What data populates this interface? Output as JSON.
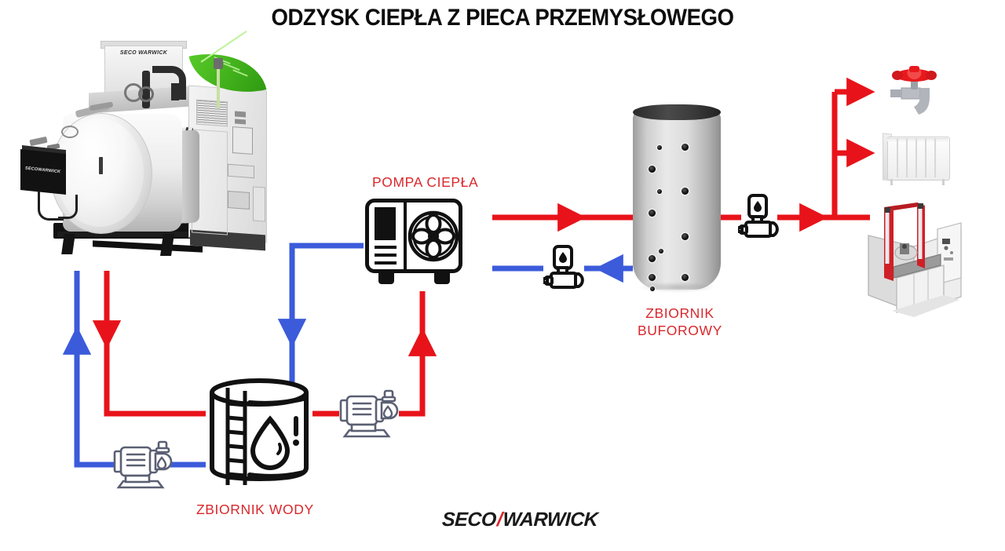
{
  "page": {
    "title": "ODZYSK CIEPŁA Z PIECA PRZEMYSŁOWEGO",
    "background": "#ffffff"
  },
  "colors": {
    "hot_line": "#e8131a",
    "cold_line": "#3b5bdb",
    "label_red": "#d8282c",
    "title_black": "#0d0d0d",
    "leaf_green": "#3fae1a"
  },
  "labels": {
    "heat_pump": "POMPA CIEPŁA",
    "buffer_tank_line1": "ZBIORNIK",
    "buffer_tank_line2": "BUFOROWY",
    "water_tank": "ZBIORNIK WODY"
  },
  "logo": {
    "left": "SECO",
    "separator": "/",
    "right": "WARWICK"
  },
  "equipment": [
    {
      "id": "furnace",
      "name": "vacuum-furnace",
      "brand": "SECO WARWICK",
      "panel_text": "SECOWARWICK"
    },
    {
      "id": "heat-pump",
      "name": "heat-pump-unit",
      "label": "POMPA CIEPŁA"
    },
    {
      "id": "water-tank",
      "name": "water-storage-tank",
      "label": "ZBIORNIK WODY"
    },
    {
      "id": "buffer-tank",
      "name": "buffer-tank",
      "label": "ZBIORNIK BUFOROWY"
    },
    {
      "id": "faucet",
      "name": "hot-water-tap",
      "label": ""
    },
    {
      "id": "radiator",
      "name": "radiator",
      "label": ""
    },
    {
      "id": "washer",
      "name": "industrial-washer",
      "label": ""
    }
  ],
  "pumps": [
    {
      "id": "pump-water-loop-cold",
      "style": "motor-pump",
      "line": "cold"
    },
    {
      "id": "pump-water-loop-hot",
      "style": "motor-pump",
      "line": "hot"
    },
    {
      "id": "pump-buffer-return",
      "style": "inline-pump",
      "line": "cold"
    },
    {
      "id": "pump-buffer-supply",
      "style": "inline-pump",
      "line": "hot"
    }
  ],
  "flows": [
    {
      "id": "furnace-to-watertank",
      "color": "hot",
      "from": "furnace",
      "to": "water-tank"
    },
    {
      "id": "watertank-to-furnace",
      "color": "cold",
      "from": "water-tank",
      "to": "furnace"
    },
    {
      "id": "watertank-to-heatpump",
      "color": "hot",
      "from": "water-tank",
      "to": "heat-pump"
    },
    {
      "id": "heatpump-to-watertank",
      "color": "cold",
      "from": "heat-pump",
      "to": "water-tank"
    },
    {
      "id": "heatpump-to-buffer",
      "color": "hot",
      "from": "heat-pump",
      "to": "buffer-tank"
    },
    {
      "id": "buffer-to-heatpump",
      "color": "cold",
      "from": "buffer-tank",
      "to": "heat-pump"
    },
    {
      "id": "buffer-to-faucet",
      "color": "hot",
      "from": "buffer-tank",
      "to": "faucet"
    },
    {
      "id": "buffer-to-radiator",
      "color": "hot",
      "from": "buffer-tank",
      "to": "radiator"
    },
    {
      "id": "buffer-to-washer",
      "color": "hot",
      "from": "buffer-tank",
      "to": "washer"
    }
  ]
}
